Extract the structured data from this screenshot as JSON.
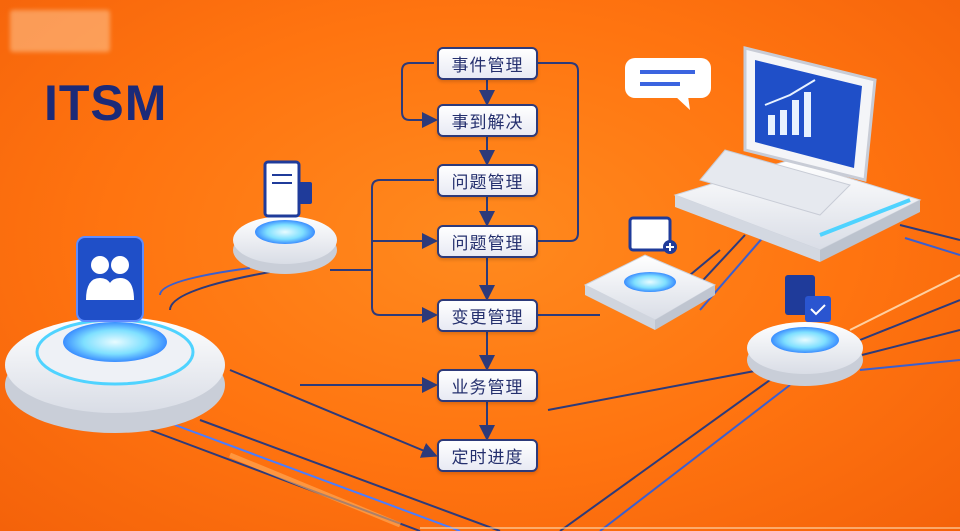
{
  "title": "ITSM",
  "steps": [
    {
      "label": "事件管理"
    },
    {
      "label": "事到解决"
    },
    {
      "label": "问题管理"
    },
    {
      "label": "问题管理"
    },
    {
      "label": "变更管理"
    },
    {
      "label": "业务管理"
    },
    {
      "label": "定时进度"
    }
  ],
  "colors": {
    "background": "#ff7410",
    "accent": "#1b2a78",
    "glow": "#4fd3ff"
  }
}
